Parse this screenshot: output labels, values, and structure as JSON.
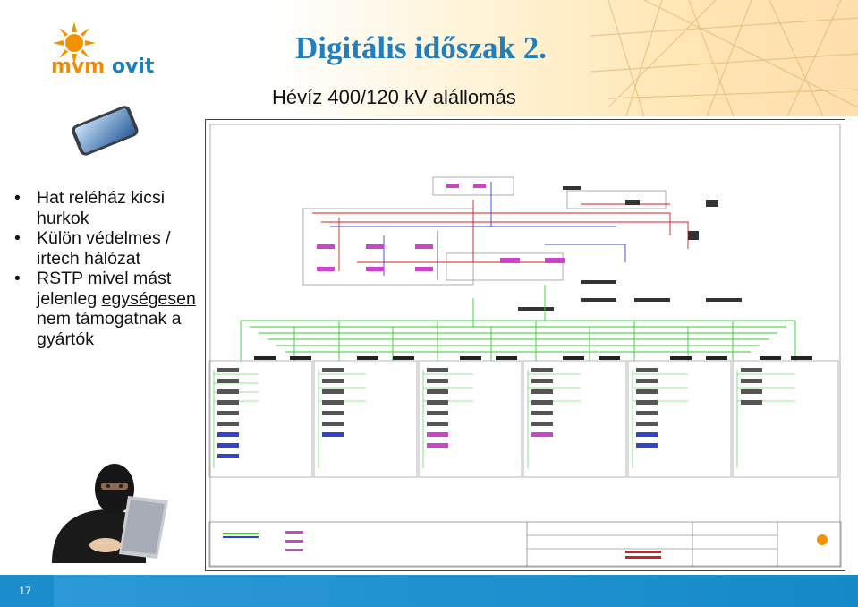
{
  "header": {
    "title": "Digitális időszak 2.",
    "subtitle": "Hévíz 400/120 kV alállomás"
  },
  "logo": {
    "part1": "mvm",
    "part2": "ovit"
  },
  "bullets": [
    {
      "text": "Hat reléház kicsi hurkok"
    },
    {
      "text": "Külön védelmes / irtech hálózat"
    },
    {
      "text_before": "RSTP mivel mást jelenleg ",
      "text_underlined": "egységesen",
      "text_after": " nem támogatnak a gyártók"
    }
  ],
  "bullet_char": "•",
  "diagram": {
    "icon": "network-schematic-diagram",
    "accent_green": "#33cc33",
    "accent_red": "#cc2222",
    "accent_blue": "#3344cc"
  },
  "footer": {
    "page_number": "17",
    "color": "#1b8ccc"
  }
}
